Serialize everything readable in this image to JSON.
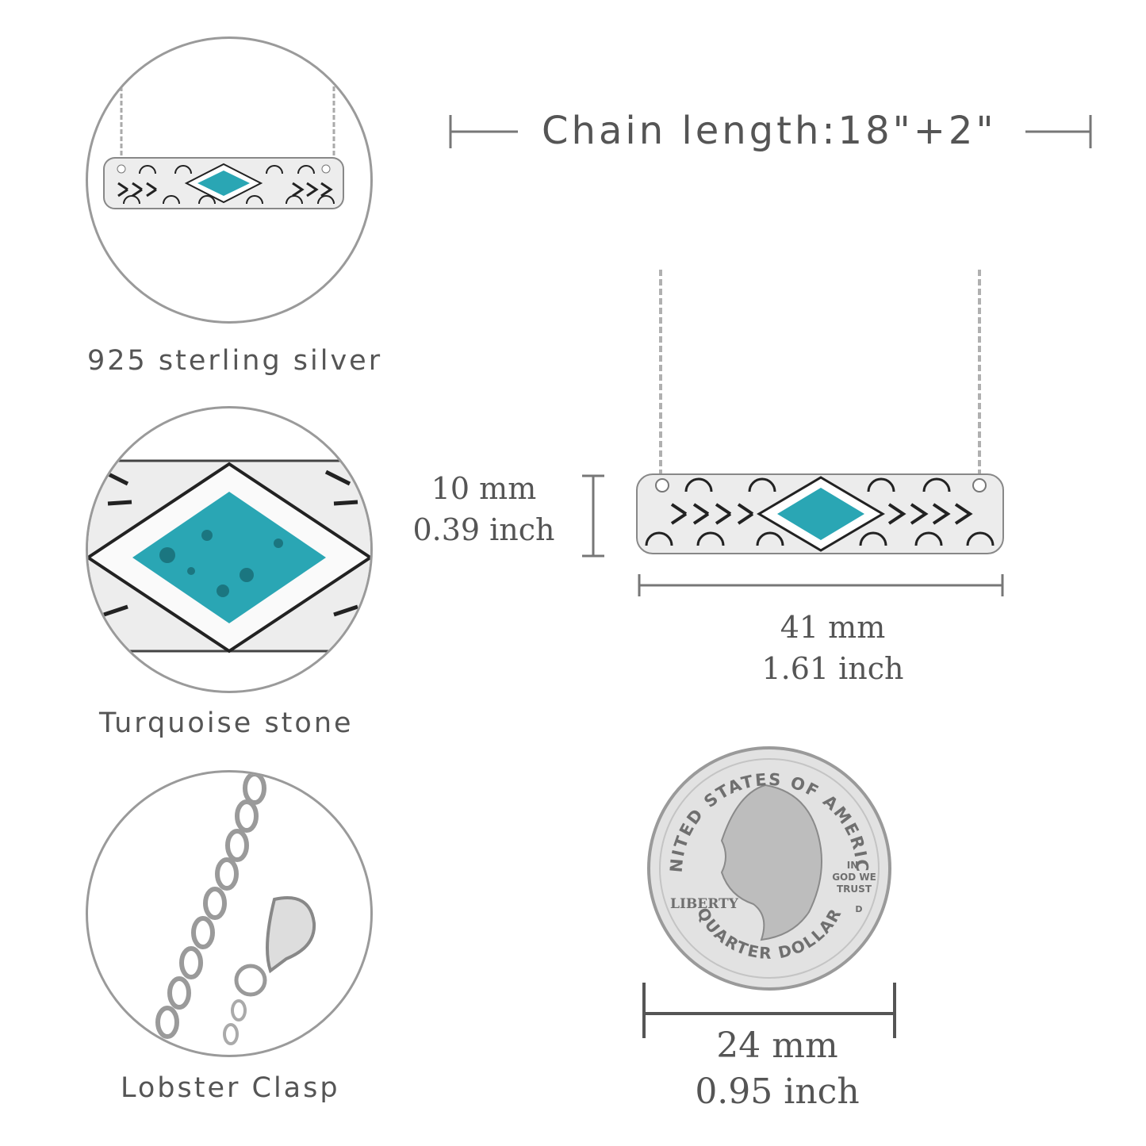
{
  "header": {
    "chain_length_label": "Chain length:18\"+2\""
  },
  "features": [
    {
      "label": "925 sterling silver",
      "icon": "pendant-closeup-icon"
    },
    {
      "label": "Turquoise stone",
      "icon": "turquoise-closeup-icon"
    },
    {
      "label": "Lobster Clasp",
      "icon": "lobster-clasp-icon"
    }
  ],
  "dimensions": {
    "height_mm": "10 mm",
    "height_inch": "0.39 inch",
    "width_mm": "41 mm",
    "width_inch": "1.61 inch"
  },
  "coin": {
    "top_text": "UNITED STATES OF AMERICA",
    "liberty": "LIBERTY",
    "motto_1": "IN",
    "motto_2": "GOD WE",
    "motto_3": "TRUST",
    "mint": "D",
    "bottom_text": "QUARTER DOLLAR",
    "diameter_mm": "24 mm",
    "diameter_inch": "0.95 inch"
  },
  "colors": {
    "turquoise": "#2aa6b4",
    "silver": "#e6e6e6",
    "text": "#555555"
  }
}
